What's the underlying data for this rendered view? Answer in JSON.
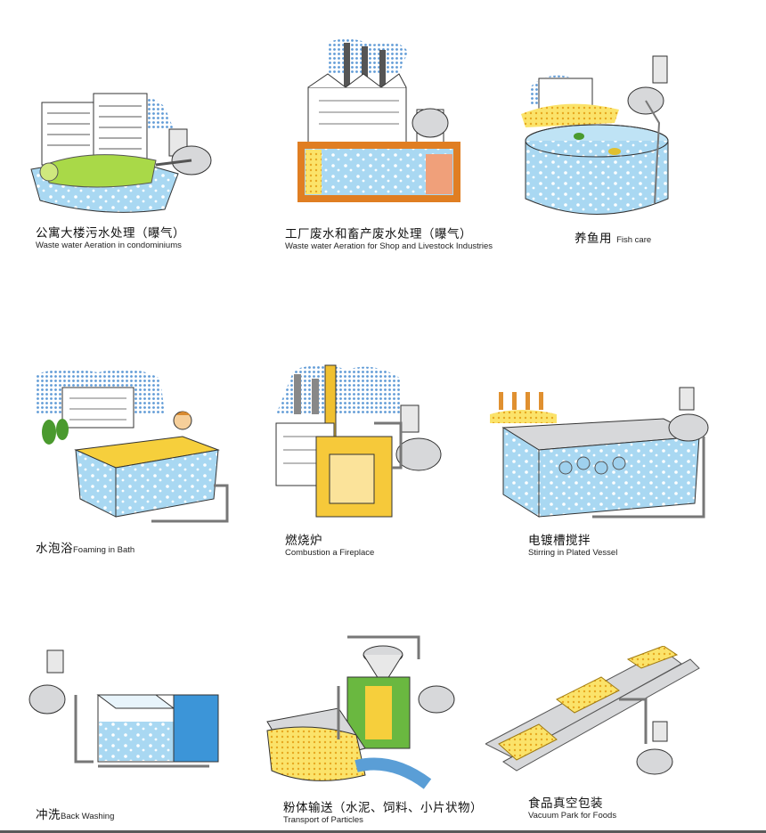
{
  "items": [
    {
      "zh": "公寓大楼污水处理（曝气）",
      "en": "Waste water Aeration in condominiums",
      "icon": "condominium-wastewater-aeration-icon"
    },
    {
      "zh": "工厂废水和畜产废水处理（曝气）",
      "en": "Waste water Aeration for Shop and Livestock Industries",
      "icon": "factory-wastewater-aeration-icon"
    },
    {
      "zh": "养鱼用",
      "en": "Fish care",
      "icon": "fish-care-icon"
    },
    {
      "zh": "水泡浴",
      "en": "Foaming in Bath",
      "icon": "foaming-bath-icon"
    },
    {
      "zh": "燃烧炉",
      "en": "Combustion a Fireplace",
      "icon": "combustion-fireplace-icon"
    },
    {
      "zh": "电镀槽搅拌",
      "en": "Stirring in Plated Vessel",
      "icon": "plating-vessel-stirring-icon"
    },
    {
      "zh": "冲洗",
      "en": "Back Washing",
      "icon": "back-washing-icon"
    },
    {
      "zh": "粉体输送（水泥、饲料、小片状物）",
      "en": "Transport of Particles",
      "icon": "particle-transport-icon"
    },
    {
      "zh": "食品真空包装",
      "en": "Vacuum Park for Foods",
      "icon": "vacuum-food-packing-icon"
    }
  ],
  "colors": {
    "water": "#9fd1ee",
    "sky": "#7fb6e3",
    "yellow": "#f6d23a",
    "green": "#a6d443",
    "orange": "#f08a2a",
    "gray": "#c9cbcd"
  }
}
